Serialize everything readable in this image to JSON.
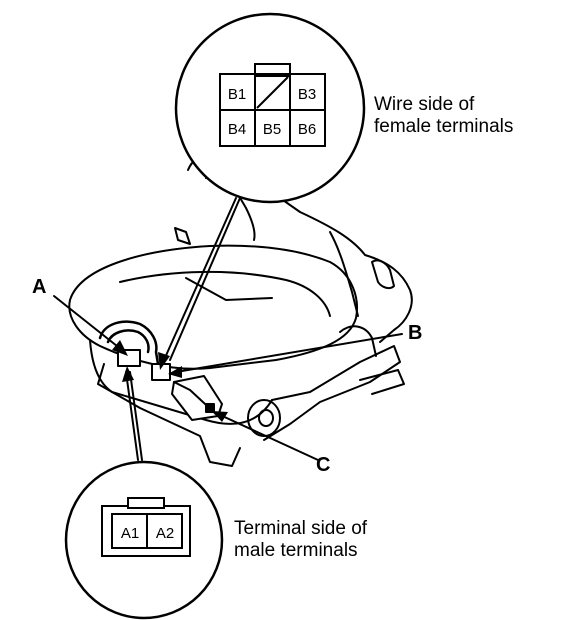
{
  "female_connector": {
    "cells": [
      "B1",
      "B3",
      "B4",
      "B5",
      "B6"
    ],
    "caption_line1": "Wire side of",
    "caption_line2": "female terminals"
  },
  "male_connector": {
    "cells": [
      "A1",
      "A2"
    ],
    "caption_line1": "Terminal side of",
    "caption_line2": "male terminals"
  },
  "labels": {
    "a": "A",
    "b": "B",
    "c": "C"
  }
}
